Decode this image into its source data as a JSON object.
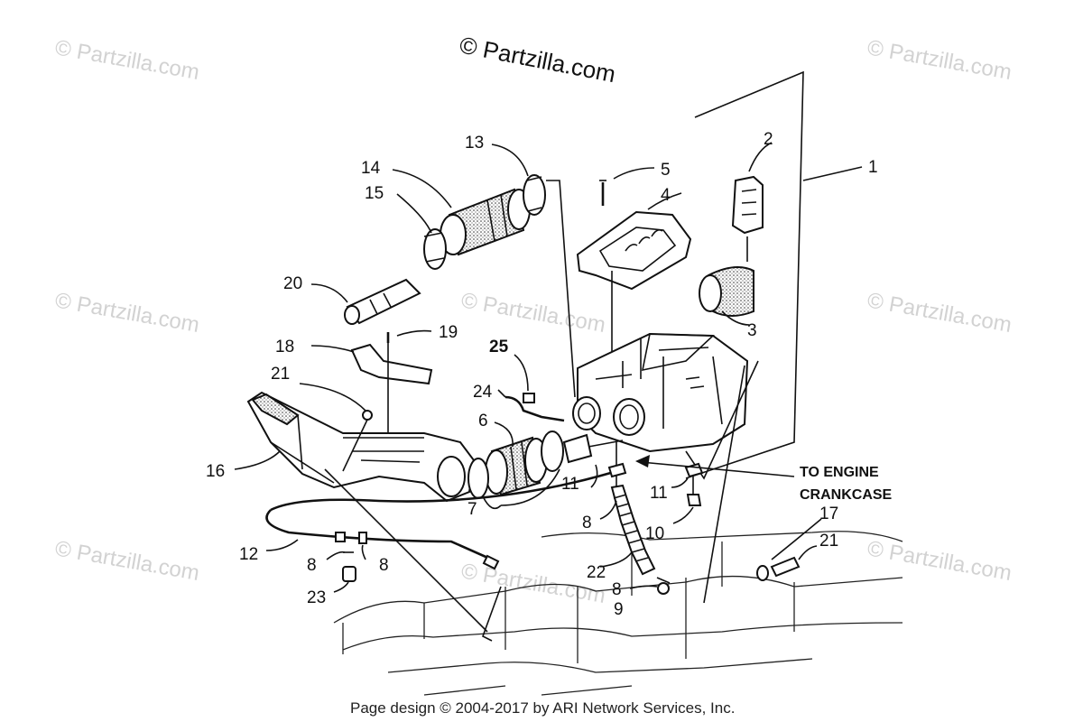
{
  "watermarks": {
    "main": "© Partzilla.com",
    "faint": "© Partzilla.com"
  },
  "footer": "Page design © 2004-2017 by ARI Network Services, Inc.",
  "callout": {
    "line1": "TO ENGINE",
    "line2": "CRANKCASE"
  },
  "labels": {
    "p1": "1",
    "p2": "2",
    "p3": "3",
    "p4": "4",
    "p5": "5",
    "p6": "6",
    "p7": "7",
    "p8a": "8",
    "p8b": "8",
    "p8c": "8",
    "p8d": "8",
    "p9": "9",
    "p10": "10",
    "p11a": "11",
    "p11b": "11",
    "p12": "12",
    "p13": "13",
    "p14": "14",
    "p15": "15",
    "p16": "16",
    "p17": "17",
    "p18": "18",
    "p19": "19",
    "p20": "20",
    "p21a": "21",
    "p21b": "21",
    "p22": "22",
    "p23": "23",
    "p24": "24",
    "p25": "25"
  },
  "colors": {
    "ink": "#111111",
    "watermark": "#d2d2d2"
  }
}
